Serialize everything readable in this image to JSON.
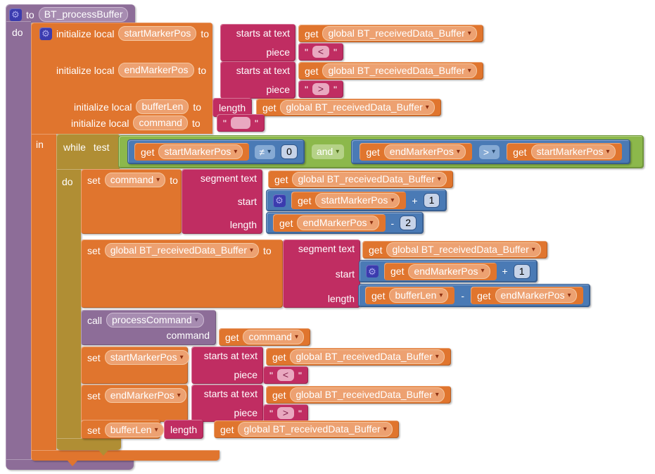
{
  "colors": {
    "procedure_purple": "#8d6d98",
    "variables_orange": "#e0752e",
    "text_magenta": "#c02d62",
    "math_blue": "#4a7ab5",
    "logic_green": "#8cb84b",
    "control_olive": "#b08e34",
    "mutator_blue": "#3b3bae"
  },
  "icons": {
    "gear": "⚙",
    "dropdown": "▾"
  },
  "labels": {
    "to": "to",
    "do": "do",
    "in": "in",
    "initialize_local": "initialize local",
    "while": "while",
    "test": "test",
    "set": "set",
    "get": "get",
    "call": "call",
    "command": "command",
    "starts_at": "starts at  text",
    "piece": "piece",
    "segment": "segment  text",
    "start": "start",
    "length": "length",
    "and": "and",
    "plus": "+",
    "minus": "-"
  },
  "procedure": {
    "name": "BT_processBuffer"
  },
  "vars": {
    "startMarkerPos": "startMarkerPos",
    "endMarkerPos": "endMarkerPos",
    "bufferLen": "bufferLen",
    "command": "command",
    "global_buffer": "global BT_receivedData_Buffer",
    "processCommand": "processCommand"
  },
  "values": {
    "zero": "0",
    "one": "1",
    "two": "2",
    "lt": "<",
    "gt": ">",
    "empty": "",
    "quote": "\"",
    "neq": "≠",
    "gt_op": ">"
  }
}
